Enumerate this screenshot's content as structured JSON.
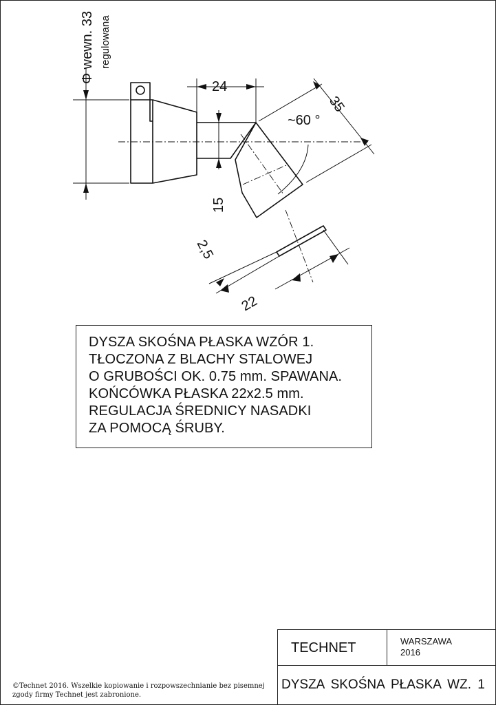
{
  "drawing": {
    "dim_diameter_line1": "Φ wewn. 33",
    "dim_diameter_line2": "regulowana",
    "dim_length": "24",
    "dim_angle": "~60 °",
    "dim_tip_length": "35",
    "dim_neck": "15",
    "dim_slot_thickness": "2,5",
    "dim_slot_width": "22"
  },
  "notes": {
    "lines": [
      "DYSZA SKOŚNA PŁASKA WZÓR 1.",
      "TŁOCZONA Z BLACHY STALOWEJ",
      "O GRUBOŚCI OK. 0.75 mm. SPAWANA.",
      "KOŃCÓWKA PŁASKA 22x2.5 mm.",
      "REGULACJA ŚREDNICY NASADKI",
      "ZA POMOCĄ ŚRUBY."
    ]
  },
  "title_block": {
    "company": "TECHNET",
    "city": "WARSZAWA",
    "year": "2016",
    "drawing_title": "DYSZA  SKOŚNA  PŁASKA WZ. 1"
  },
  "copyright": {
    "line1": "©Technet 2016.   Wszelkie kopiowanie i rozpowszechnianie bez pisemnej",
    "line2": "zgody firmy Technet jest zabronione."
  }
}
